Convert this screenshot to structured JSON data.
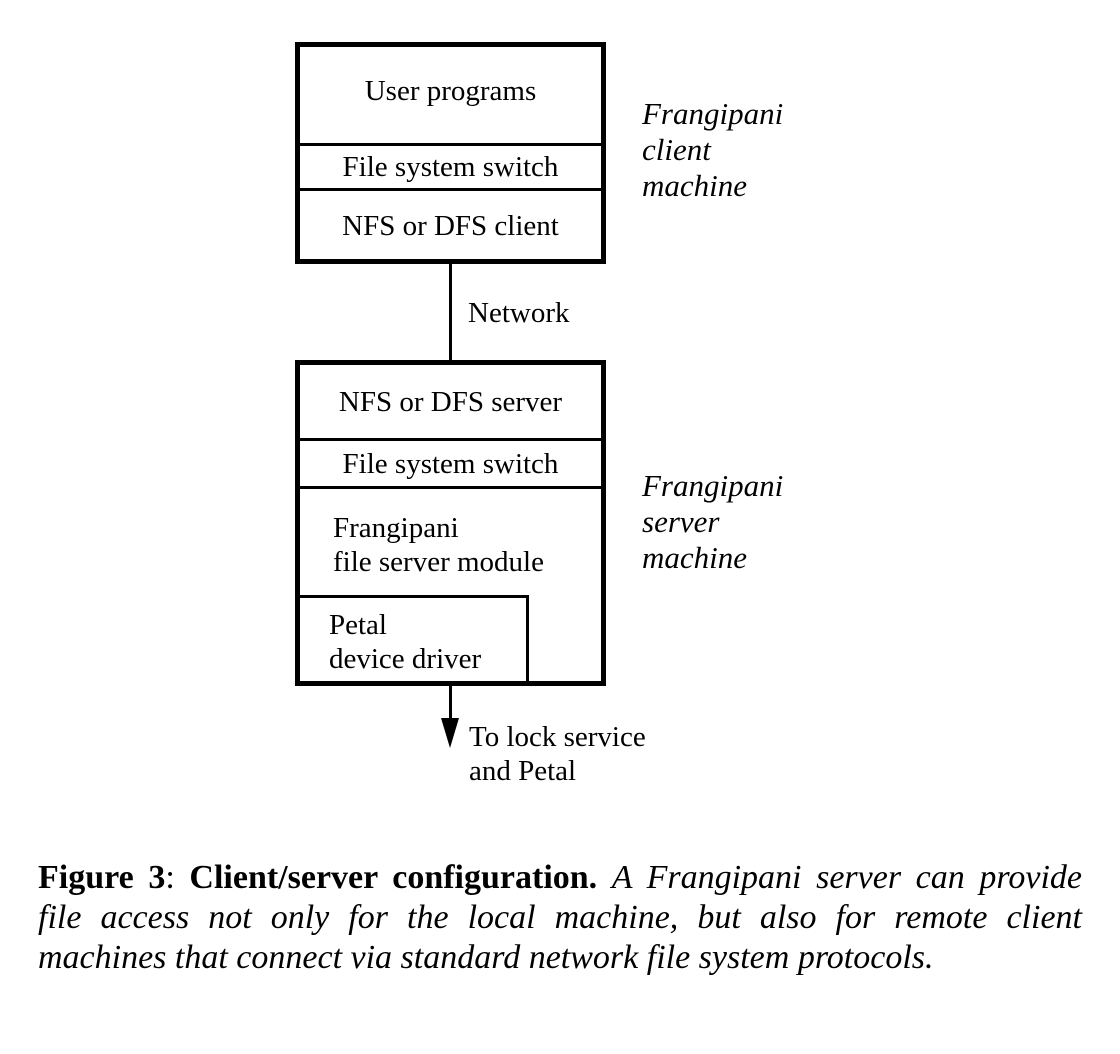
{
  "client": {
    "layers": [
      "User programs",
      "File system switch",
      "NFS or DFS client"
    ],
    "label": "Frangipani\nclient\nmachine"
  },
  "network_label": "Network",
  "server": {
    "layers": [
      "NFS or DFS server",
      "File system switch",
      "Frangipani\nfile server module"
    ],
    "driver": "Petal\ndevice driver",
    "label": "Frangipani\nserver\nmachine"
  },
  "arrow_label": "To lock service\nand Petal",
  "caption": {
    "figure": "Figure 3",
    "separator": ":  ",
    "title": "Client/server configuration.",
    "body": "A Frangipani server can provide file access not only for the local machine, but also for remote client machines that connect via standard network file system protocols."
  }
}
